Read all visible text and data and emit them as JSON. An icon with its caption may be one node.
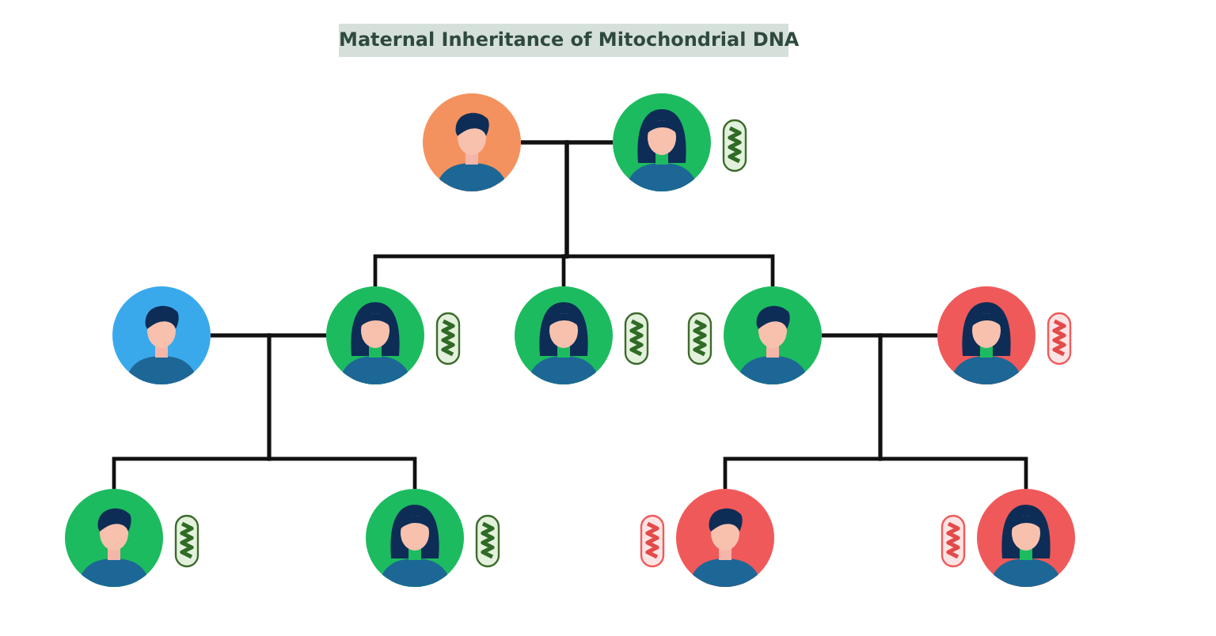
{
  "diagram": {
    "title": "Maternal Inheritance of Mitochondrial DNA",
    "nodes": [
      {
        "text": [],
        "shape": "person"
      },
      {
        "text": [],
        "shape": "person"
      },
      {
        "text": [],
        "shape": "person"
      },
      {
        "text": [],
        "shape": "person"
      },
      {
        "text": [],
        "shape": "person"
      },
      {
        "text": [],
        "shape": "person"
      },
      {
        "text": [],
        "shape": "person"
      },
      {
        "text": [],
        "shape": "person"
      },
      {
        "text": [],
        "shape": "person"
      },
      {
        "text": [],
        "shape": "person"
      },
      {
        "text": [],
        "shape": "person"
      }
    ],
    "edges": [
      {
        "from": 0,
        "to": 1,
        "arrow": "none"
      },
      {
        "from": 0,
        "to": 3,
        "arrow": "none"
      },
      {
        "from": 0,
        "to": 4,
        "arrow": "none"
      },
      {
        "from": 0,
        "to": 5,
        "arrow": "none"
      },
      {
        "from": 1,
        "to": 3,
        "arrow": "none"
      },
      {
        "from": 1,
        "to": 4,
        "arrow": "none"
      },
      {
        "from": 1,
        "to": 5,
        "arrow": "none"
      },
      {
        "from": 2,
        "to": 3,
        "arrow": "none"
      },
      {
        "from": 2,
        "to": 7,
        "arrow": "none"
      },
      {
        "from": 2,
        "to": 8,
        "arrow": "none"
      },
      {
        "from": 3,
        "to": 7,
        "arrow": "none"
      },
      {
        "from": 3,
        "to": 8,
        "arrow": "none"
      },
      {
        "from": 5,
        "to": 6,
        "arrow": "none"
      },
      {
        "from": 5,
        "to": 9,
        "arrow": "none"
      },
      {
        "from": 5,
        "to": 10,
        "arrow": "none"
      },
      {
        "from": 6,
        "to": 9,
        "arrow": "none"
      },
      {
        "from": 6,
        "to": 10,
        "arrow": "none"
      }
    ]
  }
}
